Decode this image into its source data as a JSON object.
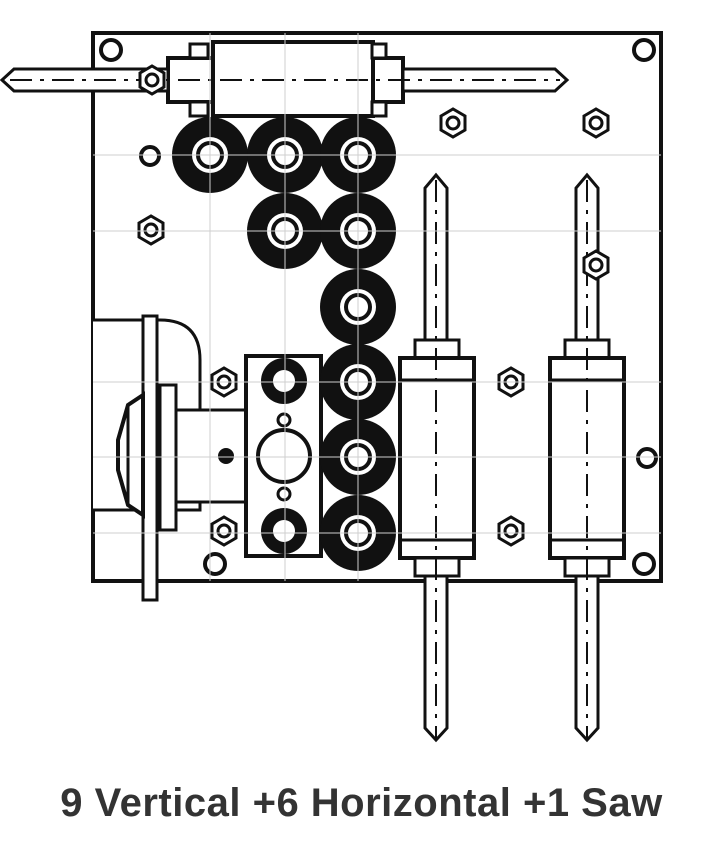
{
  "caption": "9 Vertical +6 Horizontal +1 Saw",
  "colors": {
    "ink": "#111111",
    "caption": "#333333",
    "background": "#ffffff"
  },
  "components": {
    "vertical_spindles": 9,
    "horizontal_spindles": 6,
    "saw": 1
  }
}
